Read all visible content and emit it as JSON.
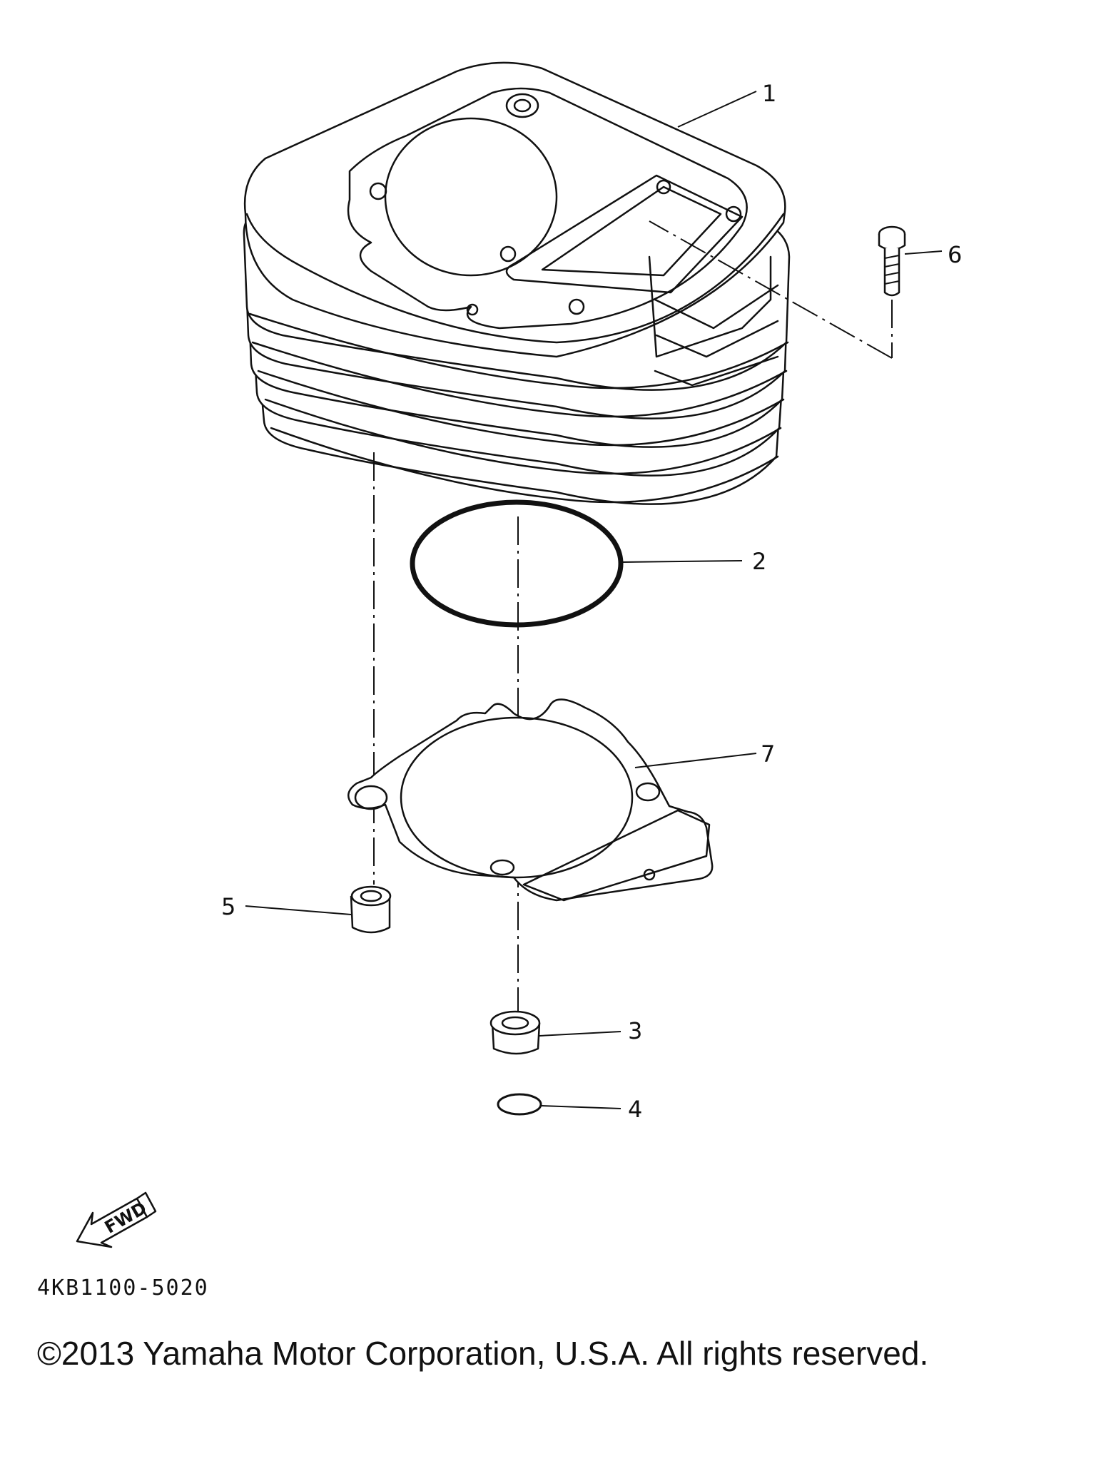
{
  "callouts": {
    "c1": "1",
    "c2": "2",
    "c3": "3",
    "c4": "4",
    "c5": "5",
    "c6": "6",
    "c7": "7"
  },
  "fwd_label": "FWD",
  "part_number": "4KB1100-5020",
  "copyright": "©2013 Yamaha Motor Corporation, U.S.A. All rights reserved."
}
